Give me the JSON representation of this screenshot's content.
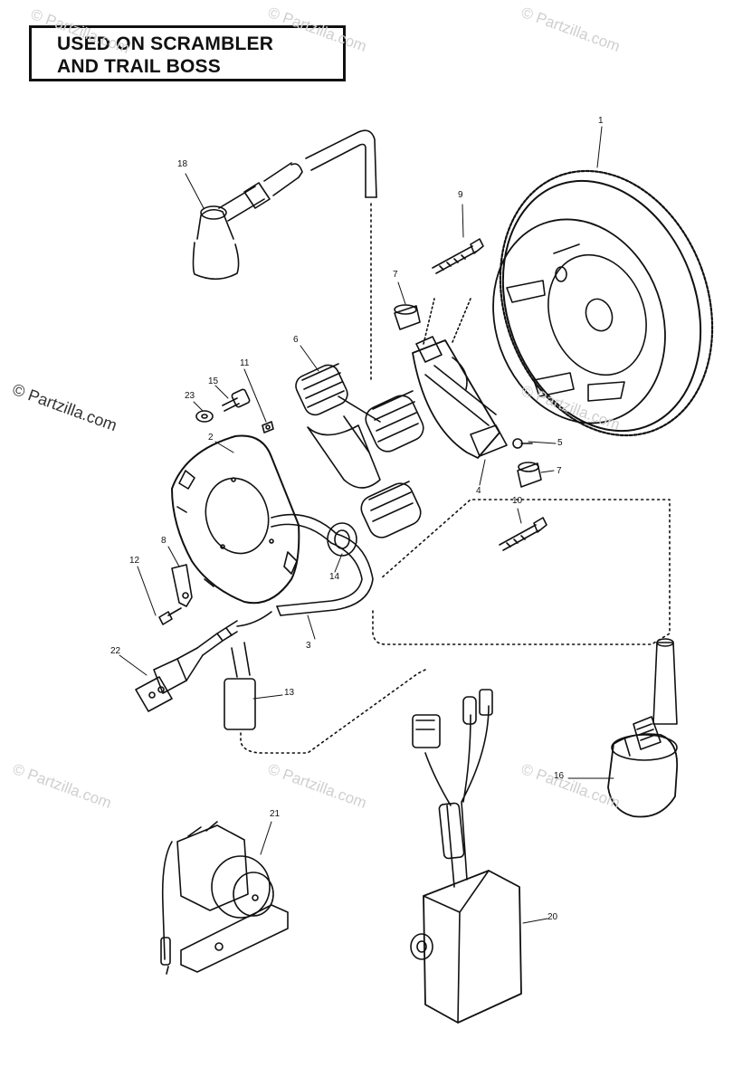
{
  "title_lines": [
    "USED ON SCRAMBLER",
    "AND TRAIL BOSS"
  ],
  "watermark": "© Partzilla.com",
  "callouts": {
    "n1": "1",
    "n2": "2",
    "n3": "3",
    "n4": "4",
    "n5": "5",
    "n6": "6",
    "n7a": "7",
    "n7b": "7",
    "n8": "8",
    "n9": "9",
    "n10": "10",
    "n11": "11",
    "n12": "12",
    "n13": "13",
    "n14": "14",
    "n15": "15",
    "n16": "16",
    "n18": "18",
    "n20": "20",
    "n21": "21",
    "n22": "22",
    "n23": "23"
  }
}
